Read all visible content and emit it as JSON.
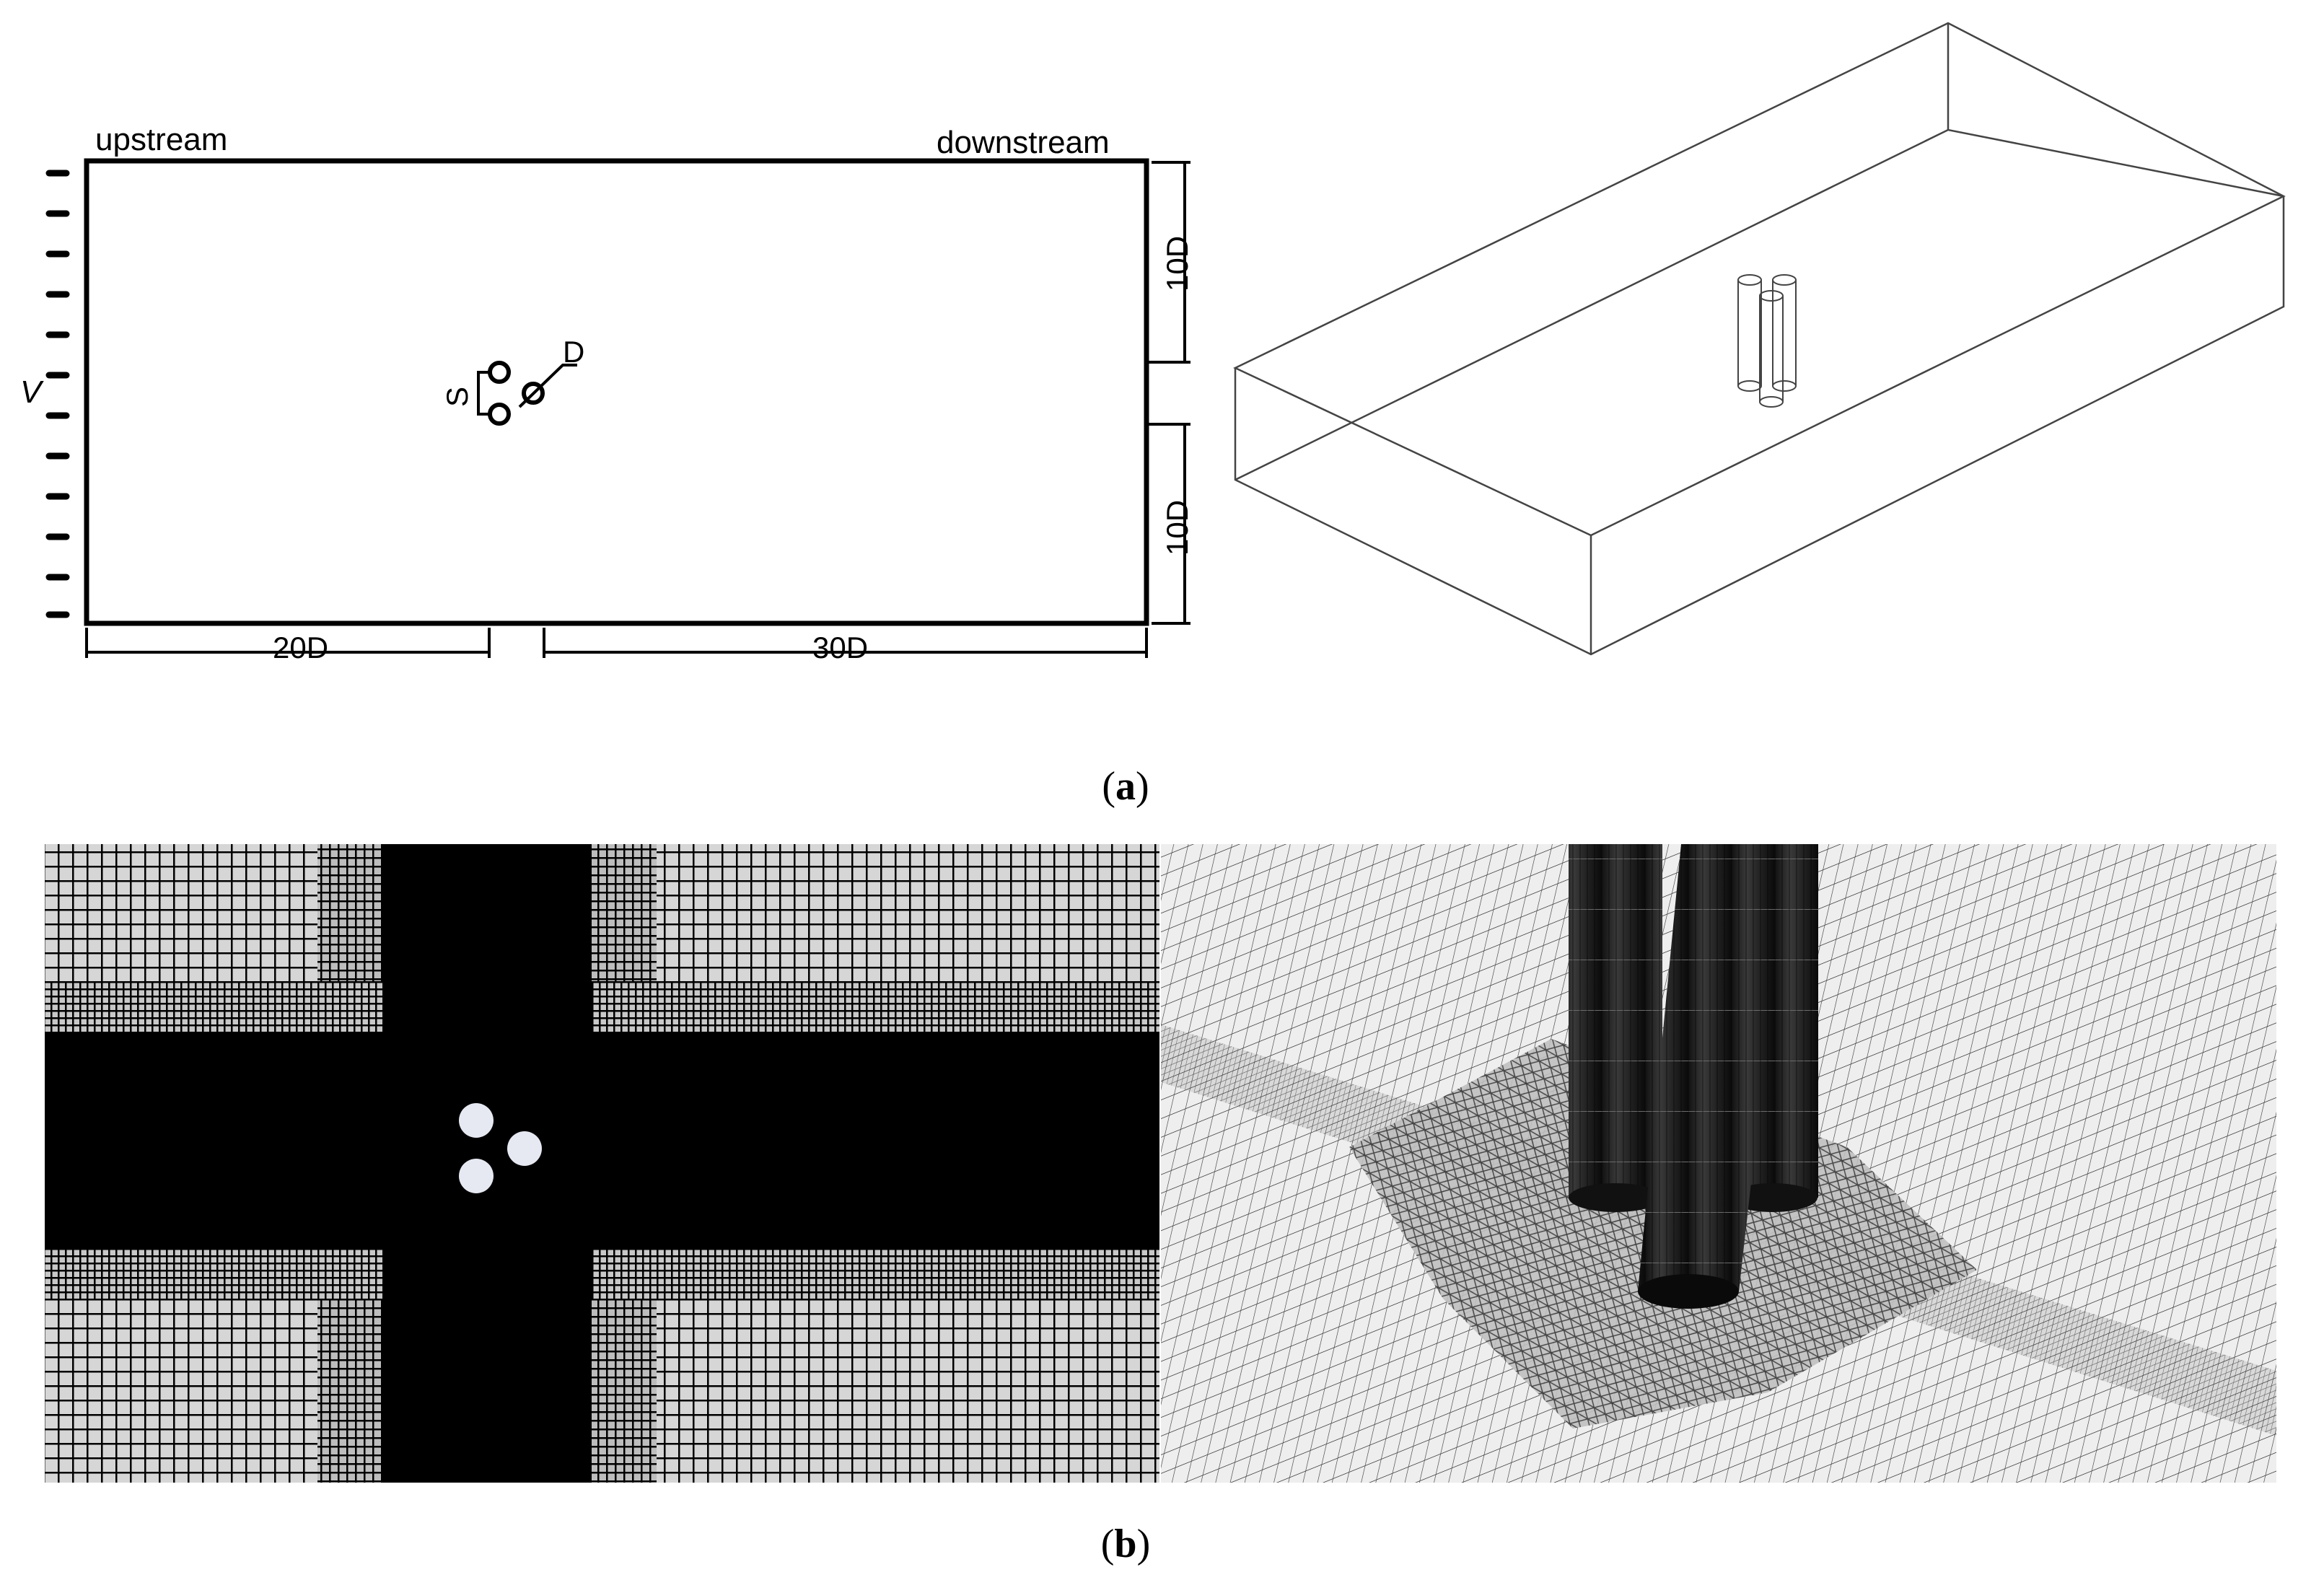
{
  "panel_a": {
    "upstream_label": "upstream",
    "downstream_label": "downstream",
    "velocity_label": "V",
    "spacing_label": "S",
    "diameter_label": "D",
    "dim_height_top": "10D",
    "dim_height_bottom": "10D",
    "dim_upstream_length": "20D",
    "dim_downstream_length": "30D"
  },
  "captions": {
    "a": {
      "open": "(",
      "letter": "a",
      "close": ")"
    },
    "b": {
      "open": "(",
      "letter": "b",
      "close": ")"
    }
  },
  "colors": {
    "ink": "#000000",
    "mesh_fine": "#000000",
    "mesh_background": "#d6d6d6",
    "cylinder_fill": "#e6e8f2",
    "perspective_mesh_background": "#eeeeee",
    "cylinder_shading": "#2a2a2a"
  }
}
